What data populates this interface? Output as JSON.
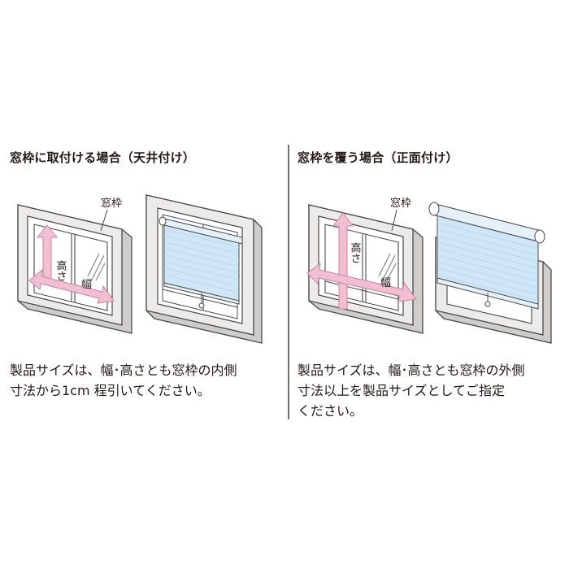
{
  "left": {
    "heading": "窓枠に取付ける場合（天井付け）",
    "label_frame": "窓枠",
    "label_height": "高さ",
    "label_width": "幅",
    "caption_lines": [
      "製品サイズは、幅･高さとも窓枠の内側",
      "寸法から1cm 程引いてください。"
    ]
  },
  "right": {
    "heading": "窓枠を覆う場合（正面付け）",
    "label_frame": "窓枠",
    "label_height": "高さ",
    "label_width": "幅",
    "caption_lines": [
      "製品サイズは、幅･高さとも窓枠の外側",
      "寸法以上を製品サイズとしてご指定",
      "ください。"
    ]
  },
  "colors": {
    "frame_fill": "#ecebea",
    "frame_side": "#cfcdcb",
    "outline": "#4a4a4a",
    "arrow": "#f2bfd2",
    "arrow_stroke": "#c9839f",
    "shade": "#cfe6f6",
    "shade_stripe": "#b5d4ec",
    "divider": "#6e6e6e"
  }
}
